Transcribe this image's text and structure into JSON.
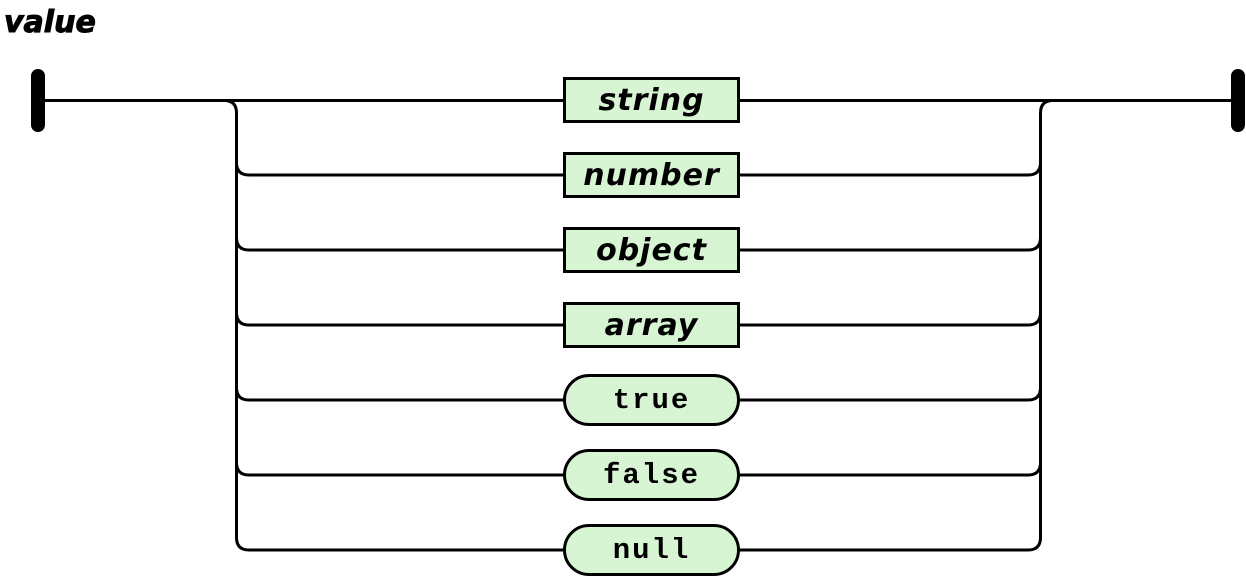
{
  "title": "value",
  "diagram": {
    "type": "railroad-syntax-diagram",
    "rule_name": "value",
    "colors": {
      "background": "#ffffff",
      "line": "#000000",
      "node_fill": "#d7f5d2",
      "node_border": "#000000",
      "node_text": "#000000"
    },
    "branches": [
      {
        "label": "string",
        "kind": "nonterminal",
        "shape": "rectangle"
      },
      {
        "label": "number",
        "kind": "nonterminal",
        "shape": "rectangle"
      },
      {
        "label": "object",
        "kind": "nonterminal",
        "shape": "rectangle"
      },
      {
        "label": "array",
        "kind": "nonterminal",
        "shape": "rectangle"
      },
      {
        "label": "true",
        "kind": "terminal",
        "shape": "pill"
      },
      {
        "label": "false",
        "kind": "terminal",
        "shape": "pill"
      },
      {
        "label": "null",
        "kind": "terminal",
        "shape": "pill"
      }
    ]
  }
}
